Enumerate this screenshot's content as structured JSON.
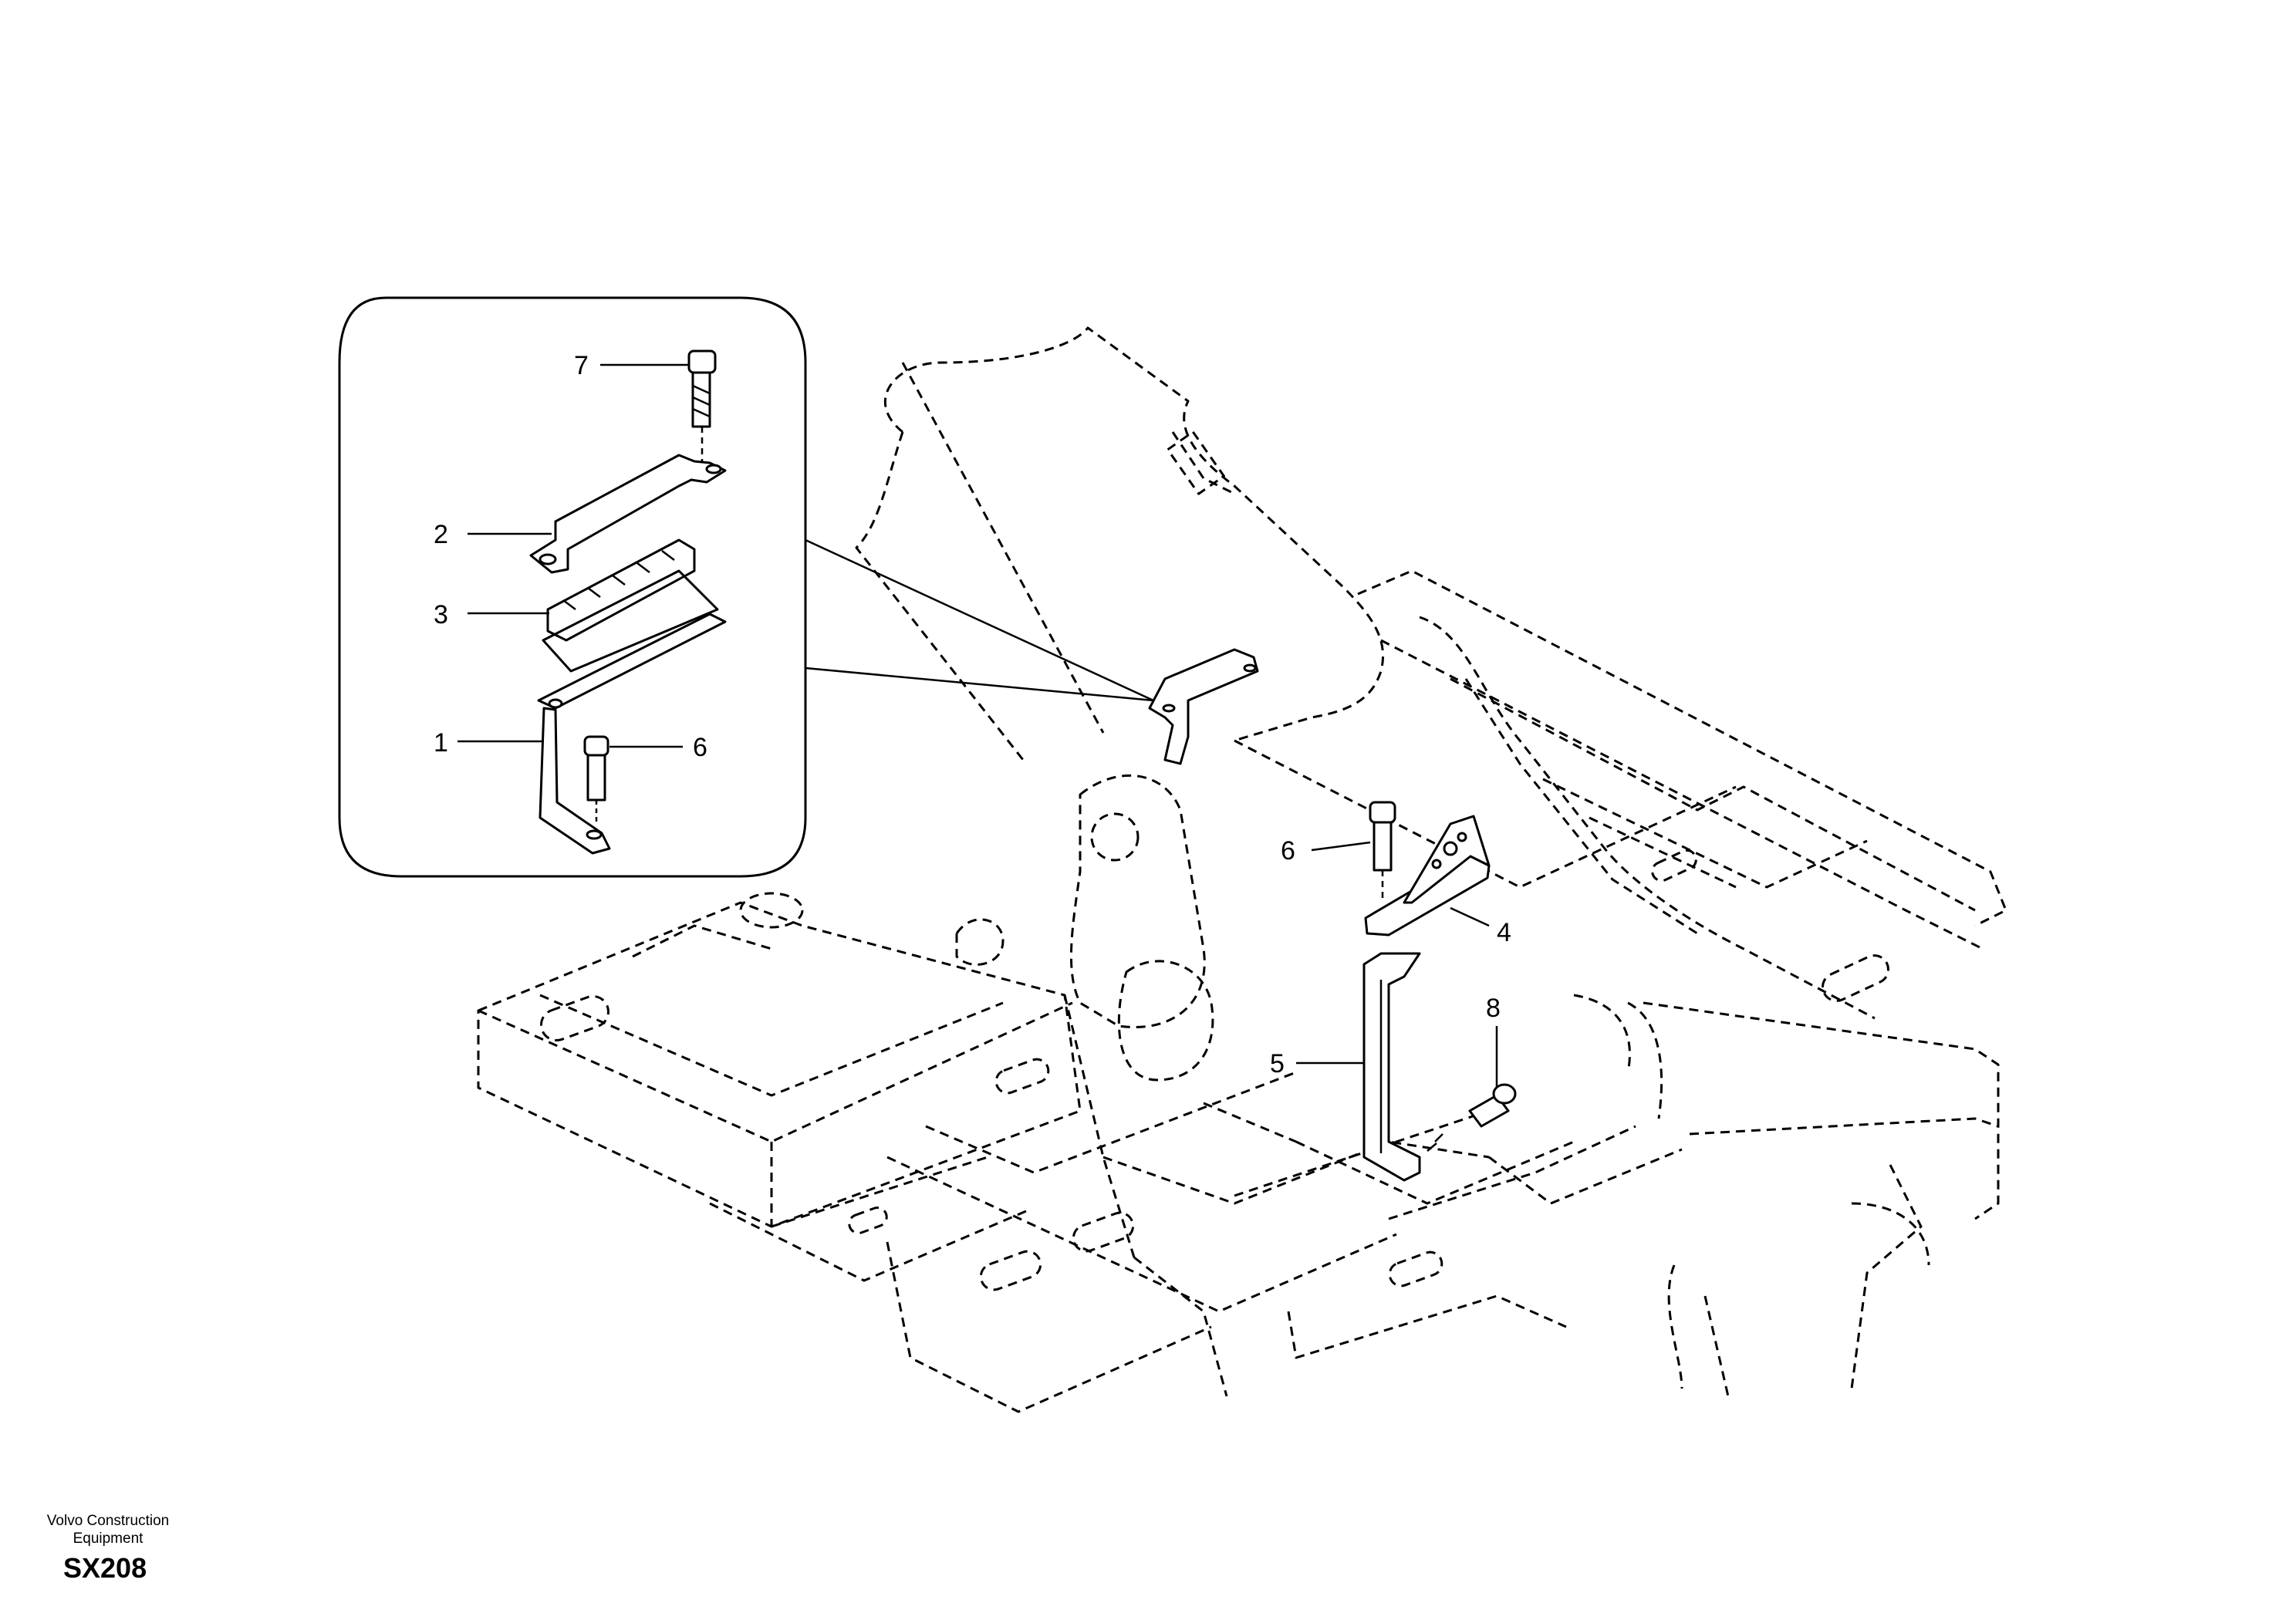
{
  "callouts": [
    {
      "id": "c7",
      "label": "7"
    },
    {
      "id": "c2",
      "label": "2"
    },
    {
      "id": "c3",
      "label": "3"
    },
    {
      "id": "c1",
      "label": "1"
    },
    {
      "id": "c6a",
      "label": "6"
    },
    {
      "id": "c6b",
      "label": "6"
    },
    {
      "id": "c4",
      "label": "4"
    },
    {
      "id": "c8",
      "label": "8"
    },
    {
      "id": "c5",
      "label": "5"
    }
  ],
  "footer": {
    "company_line1": "Volvo Construction",
    "company_line2": "Equipment",
    "figure_code": "SX208"
  }
}
